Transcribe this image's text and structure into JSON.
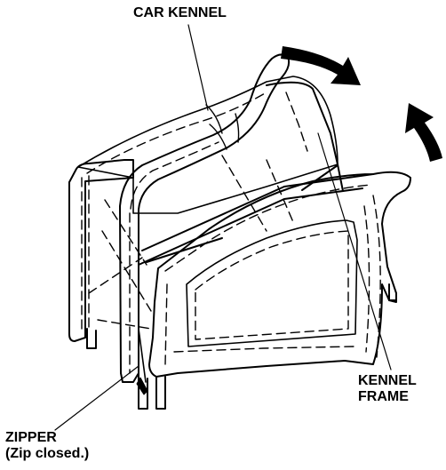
{
  "labels": {
    "car_kennel": "CAR KENNEL",
    "kennel_frame": [
      "KENNEL",
      "FRAME"
    ],
    "zipper": [
      "ZIPPER",
      "(Zip closed.)"
    ]
  },
  "colors": {
    "line": "#000000",
    "background": "#ffffff"
  }
}
